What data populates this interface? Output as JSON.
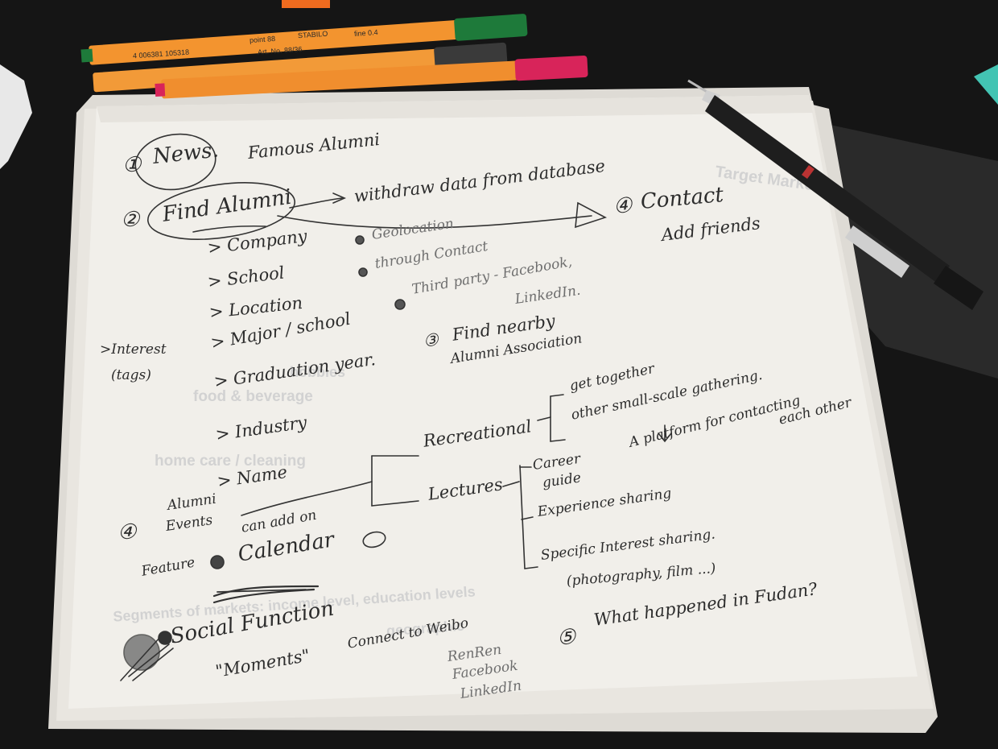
{
  "pens": {
    "green_pen": {
      "brand": "STABILO",
      "model": "point 88",
      "size": "fine 0.4",
      "barcode": "4 006381 105318",
      "art": "Art. No. 88/36",
      "cap_color": "#1e7a3a"
    },
    "black_pen": {
      "cap_color": "#3a3a3a"
    },
    "pink_pen": {
      "cap_color": "#d8245a"
    }
  },
  "sketch": {
    "s1_num": "①",
    "news": "News.",
    "famous_alumni": "Famous Alumni",
    "s2_num": "②",
    "find_alumni": "Find Alumni",
    "withdraw": "withdraw data from database",
    "contact_num": "④",
    "contact": "Contact",
    "add_friends": "Add friends",
    "filters": [
      "> Company",
      "> School",
      "> Location",
      "> Major / school",
      "> Graduation year.",
      "> Industry",
      "> Name"
    ],
    "methods": [
      "Geolocation",
      "through Contact",
      "Third party - Facebook,",
      "LinkedIn."
    ],
    "interest": ">Interest",
    "tags": "(tags)",
    "s3_num": "③",
    "find_nearby": "Find nearby",
    "alumni_assoc": "Alumni Association",
    "recreational": "Recreational",
    "get_together": "get together",
    "other_gathering": "other small-scale gathering.",
    "arrow_down": "↓",
    "platform": "A platform for contacting",
    "each_other": "each other",
    "lectures": "Lectures",
    "career": "Career",
    "guide": "guide",
    "experience": "Experience sharing",
    "specific": "Specific Interest sharing.",
    "photography": "(photography, film ...)",
    "s4_num": "④",
    "alumni_events_1": "Alumni",
    "alumni_events_2": "Events",
    "feature": "Feature",
    "can_add_on": "can add on",
    "calendar": "Calendar",
    "social": "Social Function",
    "moments": "\"Moments\"",
    "connect_weibo": "Connect to Weibo",
    "renren": "RenRen",
    "facebook": "Facebook",
    "linkedin": "LinkedIn",
    "s5_num": "⑤",
    "fudan": "What happened in Fudan?"
  },
  "bleed": {
    "target_markets": "Target Markets",
    "hobbies": "hobbies",
    "food": "food & beverage",
    "home": "home care / cleaning",
    "segments": "Segments of markets: income level, education levels",
    "geographic": "geographic"
  }
}
